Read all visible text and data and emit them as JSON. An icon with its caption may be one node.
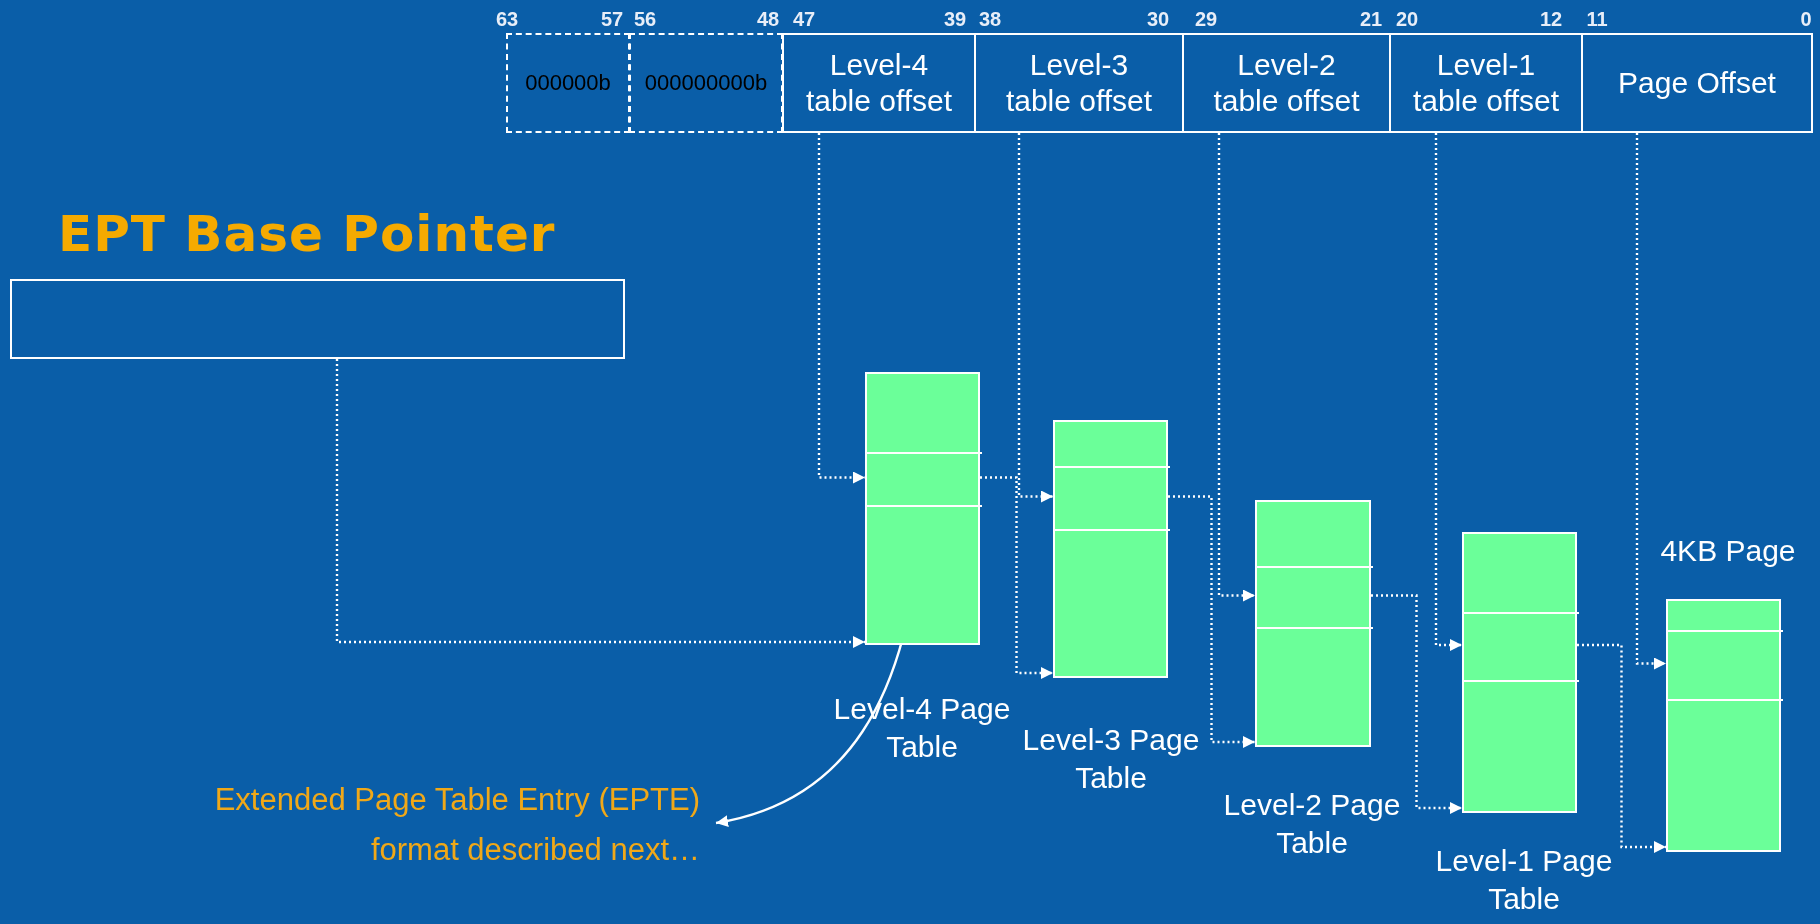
{
  "diagram": {
    "nodes": [
      {
        "text": [
          "000000b"
        ]
      },
      {
        "text": [
          "000000000b"
        ]
      },
      {
        "text": [
          "Level-4 table offset"
        ]
      },
      {
        "text": [
          "Level-3 table offset"
        ]
      },
      {
        "text": [
          "Level-2 table offset"
        ]
      },
      {
        "text": [
          "Level-1 table offset"
        ]
      },
      {
        "text": [
          "Page Offset"
        ]
      },
      {
        "text": [
          "EPT Base Pointer"
        ]
      },
      {
        "text": [],
        "shape": "box",
        "beside": [
          "Level-4 Page Table"
        ]
      },
      {
        "text": [],
        "shape": "box",
        "in": 8
      },
      {
        "text": [],
        "shape": "box",
        "beside": [
          "Level-3 Page Table"
        ]
      },
      {
        "text": [],
        "shape": "box",
        "in": 10
      },
      {
        "text": [],
        "shape": "box",
        "beside": [
          "Level-2 Page Table"
        ]
      },
      {
        "text": [],
        "shape": "box",
        "in": 12
      },
      {
        "text": [],
        "shape": "box",
        "beside": [
          "Level-1 Page Table"
        ]
      },
      {
        "text": [],
        "shape": "box",
        "in": 14
      },
      {
        "text": [],
        "shape": "box",
        "beside": [
          "4KB Page"
        ]
      },
      {
        "text": [],
        "shape": "box",
        "in": 16
      },
      {
        "text": [
          "Extended Page Table Entry (EPTE) format described next…"
        ]
      }
    ],
    "edges": [
      {
        "from": 7,
        "to": 8,
        "arrow": "to",
        "style": "dashed"
      },
      {
        "from": 2,
        "to": 9,
        "arrow": "to",
        "style": "dashed"
      },
      {
        "from": 9,
        "to": 10,
        "arrow": "to",
        "style": "dashed"
      },
      {
        "from": 3,
        "to": 11,
        "arrow": "to",
        "style": "dashed"
      },
      {
        "from": 11,
        "to": 12,
        "arrow": "to",
        "style": "dashed"
      },
      {
        "from": 4,
        "to": 13,
        "arrow": "to",
        "style": "dashed"
      },
      {
        "from": 13,
        "to": 14,
        "arrow": "to",
        "style": "dashed"
      },
      {
        "from": 5,
        "to": 15,
        "arrow": "to",
        "style": "dashed"
      },
      {
        "from": 15,
        "to": 16,
        "arrow": "to",
        "style": "dashed"
      },
      {
        "from": 6,
        "to": 17,
        "arrow": "to",
        "style": "dashed"
      },
      {
        "from": 9,
        "to": 18,
        "arrow": "to"
      }
    ],
    "labels": [
      "63",
      "57",
      "56",
      "48",
      "47",
      "39",
      "38",
      "30",
      "29",
      "21",
      "20",
      "12",
      "11",
      "0"
    ]
  }
}
